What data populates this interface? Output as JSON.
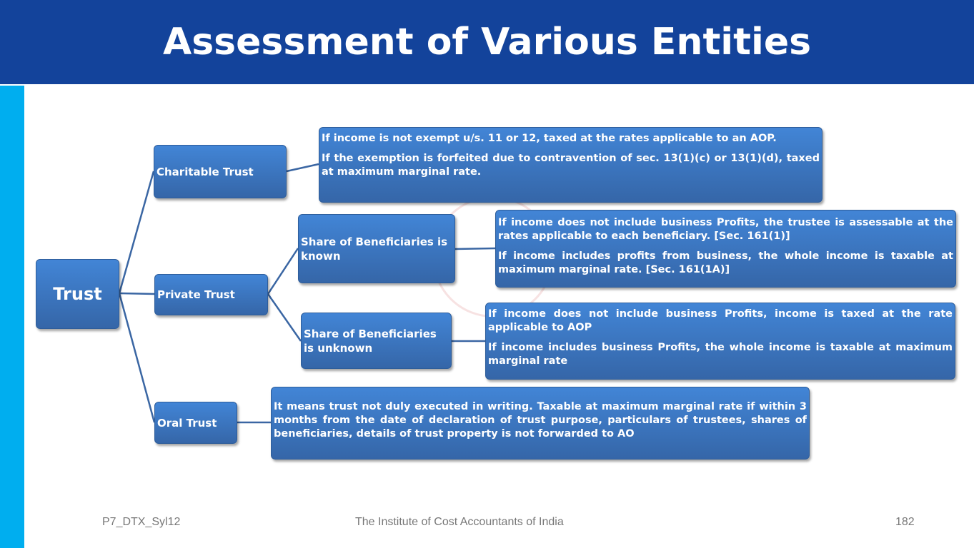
{
  "title": "Assessment of Various Entities",
  "root": "Trust",
  "charitable": {
    "label": "Charitable Trust",
    "desc": [
      "If income is not exempt u/s. 11 or 12, taxed at the rates applicable to an AOP.",
      "If the exemption is forfeited due to contravention of sec. 13(1)(c) or 13(1)(d), taxed at maximum marginal rate."
    ]
  },
  "private": {
    "label": "Private Trust",
    "known": {
      "label": "Share of Beneficiaries is known",
      "desc": [
        "If income does not include business Profits, the trustee is assessable at the rates applicable to each beneficiary. [Sec. 161(1)]",
        "If income includes profits from business, the whole income is taxable at maximum marginal rate. [Sec. 161(1A)]"
      ]
    },
    "unknown": {
      "label": "Share of Beneficiaries is unknown",
      "desc": [
        "If income does not include business Profits,  income is taxed at the rate applicable to AOP",
        "If income  includes business Profits,  the whole income is taxable at maximum marginal rate"
      ]
    }
  },
  "oral": {
    "label": "Oral Trust",
    "desc": "It means trust not duly executed in writing. Taxable at maximum marginal rate if within 3 months from the date of declaration of trust purpose, particulars of trustees, shares of beneficiaries, details of trust property is not forwarded to AO"
  },
  "footer": {
    "left": "P7_DTX_Syl12",
    "center": "The Institute of Cost Accountants of India",
    "page": "182"
  }
}
